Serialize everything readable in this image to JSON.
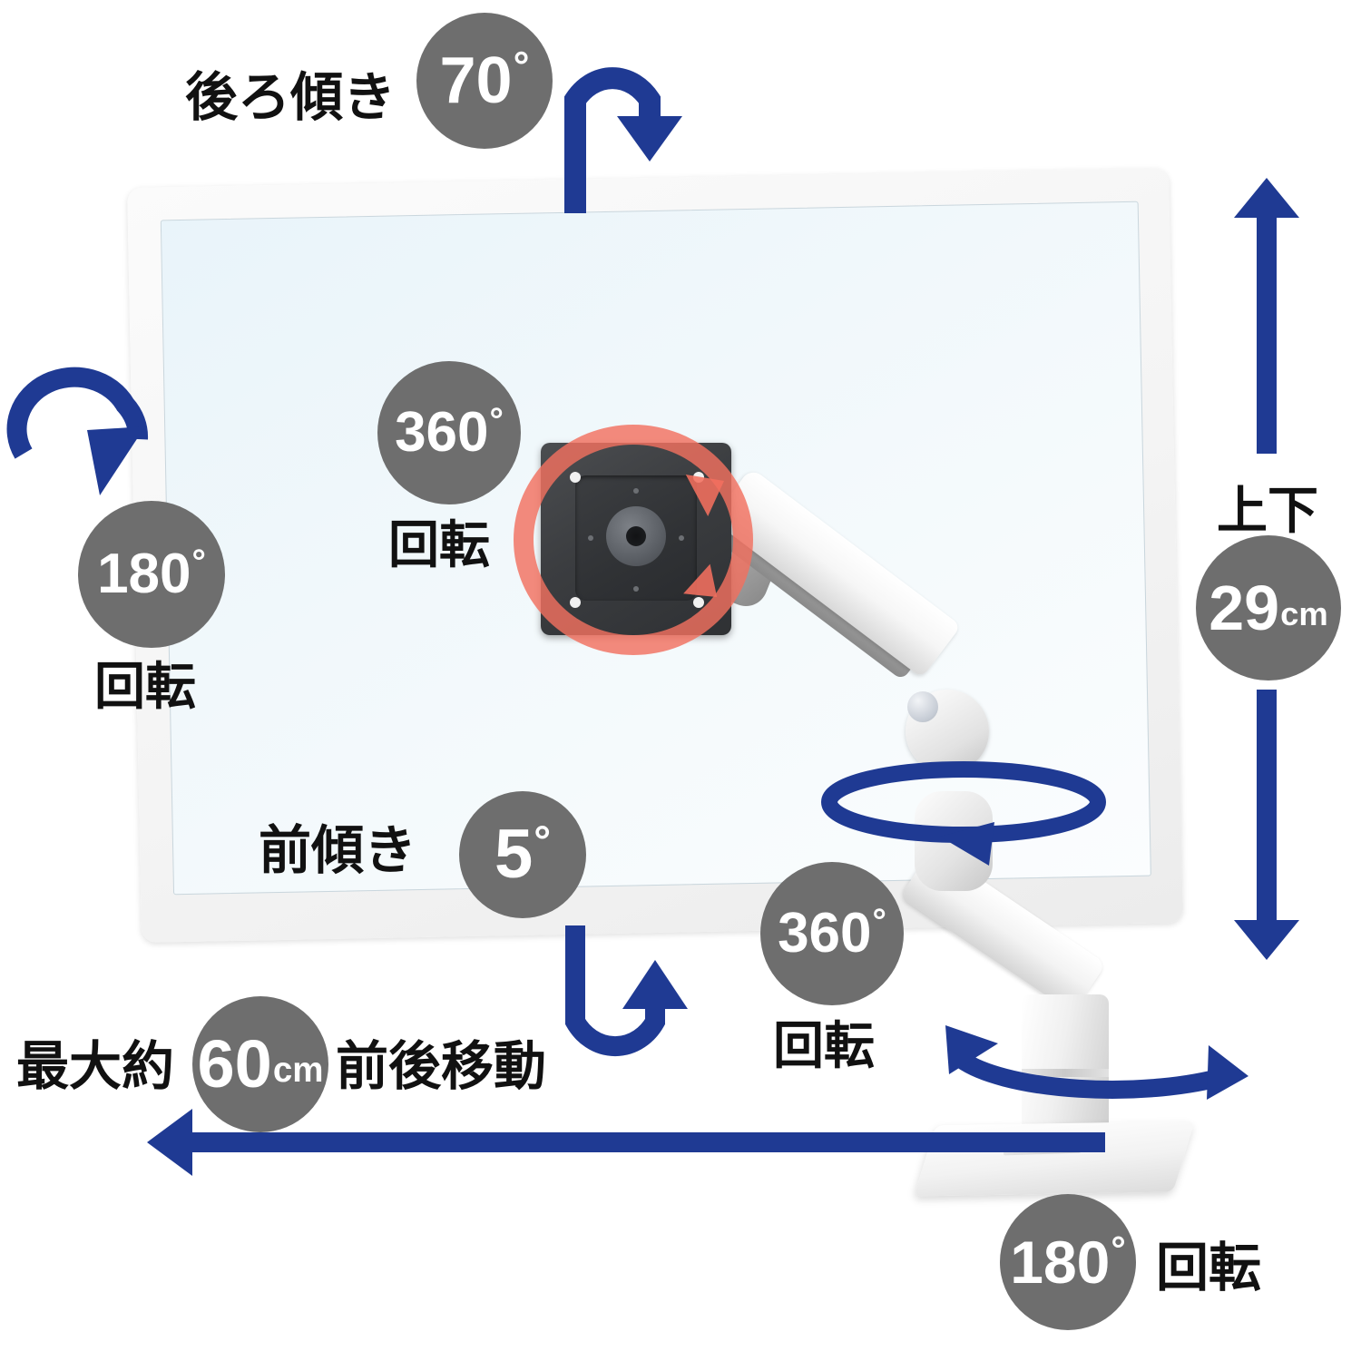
{
  "product": {
    "type": "monitor-arm-spec-diagram",
    "colors": {
      "badge_background": "#6e6e6e",
      "badge_text": "#ffffff",
      "arrow_blue": "#1f3a93",
      "vesa_highlight_red": "#f2705f",
      "label_text": "#111111",
      "background": "#ffffff",
      "monitor_bezel": "#f4f4f4",
      "monitor_screen": "#eaf4fa",
      "arm_white": "#f2f2f2",
      "vesa_plate": "#3b3d40"
    }
  },
  "specs": {
    "back_tilt": {
      "label": "後ろ傾き",
      "value": "70",
      "degree_symbol": "°",
      "arrow": "curved-down-over-top"
    },
    "screen_rotate": {
      "value": "360",
      "degree_symbol": "°",
      "label": "回転",
      "arrow": "red-circular-ring-around-vesa"
    },
    "left_rotate": {
      "value": "180",
      "degree_symbol": "°",
      "label": "回転",
      "arrow": "curved-hook-right"
    },
    "height_adjust": {
      "label": "上下",
      "value": "29",
      "unit": "cm",
      "arrow": "vertical-double-headed"
    },
    "front_tilt": {
      "label": "前傾き",
      "value": "5",
      "degree_symbol": "°",
      "arrow": "curved-u-up"
    },
    "arm_rotate": {
      "value": "360",
      "degree_symbol": "°",
      "label": "回転",
      "arrow": "ellipse-around-arm-joint"
    },
    "depth_travel": {
      "prefix": "最大約",
      "value": "60",
      "unit": "cm",
      "suffix": "前後移動",
      "arrow": "horizontal-left"
    },
    "base_rotate": {
      "value": "180",
      "degree_symbol": "°",
      "label": "回転",
      "arrow": "horizontal-double-headed-curve-at-base"
    }
  }
}
